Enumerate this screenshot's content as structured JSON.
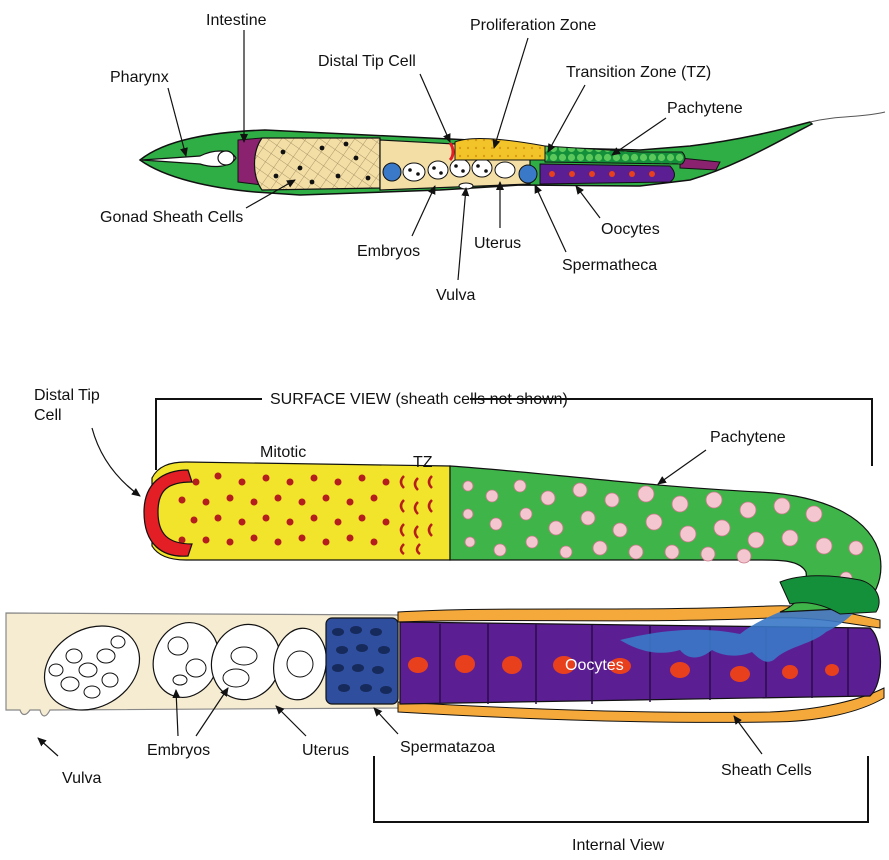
{
  "worm_labels": {
    "intestine": "Intestine",
    "pharynx": "Pharynx",
    "distal_tip_cell": "Distal Tip Cell",
    "proliferation_zone": "Proliferation Zone",
    "transition_zone": "Transition Zone (TZ)",
    "pachytene": "Pachytene",
    "gonad_sheath_cells": "Gonad Sheath Cells",
    "embryos": "Embryos",
    "uterus": "Uterus",
    "vulva": "Vulva",
    "spermatheca": "Spermatheca",
    "oocytes": "Oocytes"
  },
  "gonad_labels": {
    "distal_tip_cell_line1": "Distal Tip",
    "distal_tip_cell_line2": "Cell",
    "surface_view": "SURFACE VIEW (sheath cells not shown)",
    "mitotic": "Mitotic",
    "tz": "TZ",
    "pachytene": "Pachytene",
    "oocytes": "Oocytes",
    "embryos": "Embryos",
    "uterus": "Uterus",
    "spermatazoa": "Spermatazoa",
    "vulva": "Vulva",
    "sheath_cells": "Sheath Cells",
    "internal_view": "Internal View"
  },
  "colors": {
    "body_green": "#2fae45",
    "pharynx_green": "#2fae45",
    "intestine_purple": "#8a2270",
    "mitotic_yellow": "#f2e42a",
    "proliferation_yellow": "#f2c42a",
    "pachytene_green": "#3fb549",
    "dark_green": "#148f3a",
    "oocyte_purple": "#5b1f93",
    "nucleus_red": "#e8401c",
    "nucleus_pink": "#f4c6cf",
    "distal_tip_red": "#e31e24",
    "sheath_orange": "#f6a93b",
    "sperm_blue": "#2f4f9e",
    "spermatheca_blue": "#3a78c8",
    "uterus_cream": "#f6ecd2",
    "gonad_tan": "#f3dfa6"
  }
}
